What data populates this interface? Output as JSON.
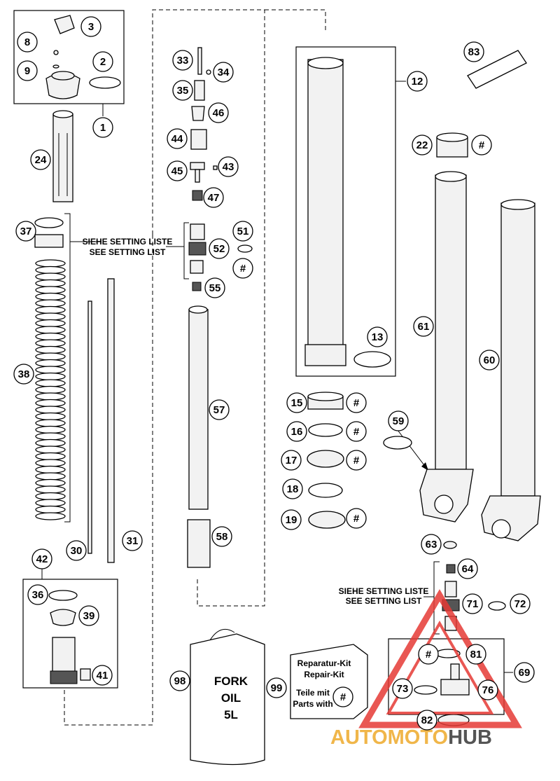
{
  "callouts": [
    {
      "n": "3"
    },
    {
      "n": "8"
    },
    {
      "n": "2"
    },
    {
      "n": "9"
    },
    {
      "n": "1"
    },
    {
      "n": "24"
    },
    {
      "n": "37"
    },
    {
      "n": "38"
    },
    {
      "n": "30"
    },
    {
      "n": "31"
    },
    {
      "n": "42"
    },
    {
      "n": "36"
    },
    {
      "n": "39"
    },
    {
      "n": "41"
    },
    {
      "n": "33"
    },
    {
      "n": "34"
    },
    {
      "n": "35"
    },
    {
      "n": "46"
    },
    {
      "n": "44"
    },
    {
      "n": "45"
    },
    {
      "n": "43"
    },
    {
      "n": "47"
    },
    {
      "n": "51"
    },
    {
      "n": "52"
    },
    {
      "n": "#"
    },
    {
      "n": "55"
    },
    {
      "n": "57"
    },
    {
      "n": "58"
    },
    {
      "n": "12"
    },
    {
      "n": "13"
    },
    {
      "n": "83"
    },
    {
      "n": "22"
    },
    {
      "n": "#"
    },
    {
      "n": "61"
    },
    {
      "n": "60"
    },
    {
      "n": "15"
    },
    {
      "n": "#"
    },
    {
      "n": "16"
    },
    {
      "n": "#"
    },
    {
      "n": "17"
    },
    {
      "n": "#"
    },
    {
      "n": "18"
    },
    {
      "n": "19"
    },
    {
      "n": "#"
    },
    {
      "n": "59"
    },
    {
      "n": "63"
    },
    {
      "n": "64"
    },
    {
      "n": "71"
    },
    {
      "n": "72"
    },
    {
      "n": "#"
    },
    {
      "n": "81"
    },
    {
      "n": "69"
    },
    {
      "n": "73"
    },
    {
      "n": "76"
    },
    {
      "n": "82"
    },
    {
      "n": "98"
    },
    {
      "n": "99"
    },
    {
      "n": "#"
    }
  ],
  "notes": {
    "setting_de": "SIEHE SETTING LISTE",
    "setting_en": "SEE SETTING LIST"
  },
  "oil_can": {
    "line1": "FORK",
    "line2": "OIL",
    "line3": "5L"
  },
  "repair_kit": {
    "line1": "Reparatur-Kit",
    "line2": "Repair-Kit",
    "line3": "Teile mit",
    "line4": "Parts with"
  },
  "watermark": {
    "part1": "AUTO",
    "part2": "MOTO",
    "part3": "HUB",
    "color1": "#f0b64a",
    "color2": "#f0b64a",
    "color3": "#555555",
    "triangle_color": "#e53935"
  }
}
